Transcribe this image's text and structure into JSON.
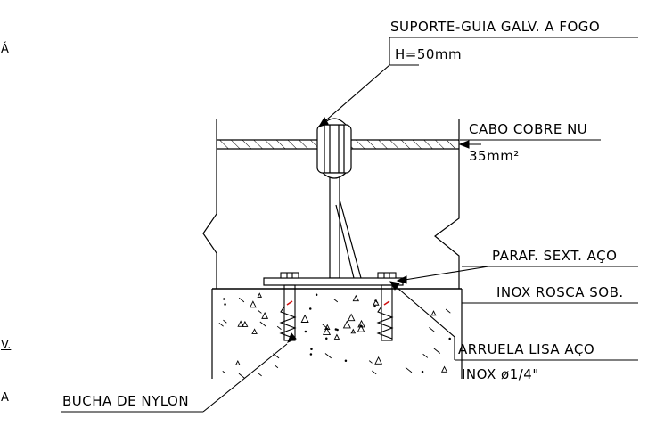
{
  "labels": {
    "support_guide": "SUPORTE-GUIA GALV. A FOGO",
    "support_height": "H=50mm",
    "cable": "CABO COBRE NU",
    "cable_section": "35mm²",
    "screw_line1": "PARAF. SEXT. AÇO",
    "screw_line2": "INOX ROSCA SOB.",
    "washer_line1": "ARRUELA LISA AÇO",
    "washer_line2": "INOX ø1/4\"",
    "anchor": "BUCHA DE NYLON"
  },
  "edge_fragments": {
    "top_a": "Á",
    "mid_v": "V.",
    "bottom_a": "A"
  },
  "colors": {
    "line": "#000000",
    "accent_red": "#d01010"
  }
}
